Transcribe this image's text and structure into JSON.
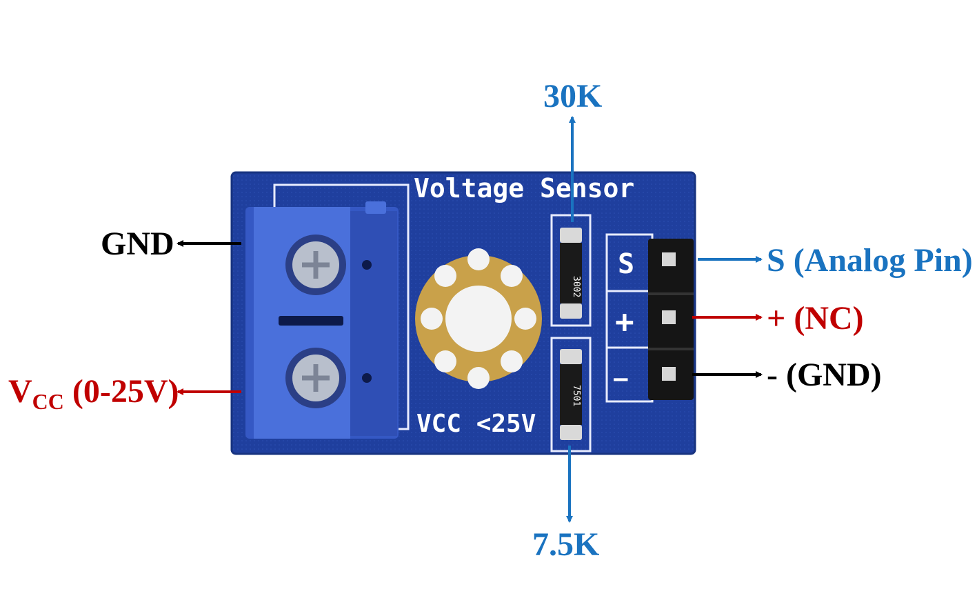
{
  "board": {
    "title_silk": "Voltage Sensor",
    "vcc_silk": "VCC <25V",
    "pin_s_silk": "S",
    "pin_plus_silk": "+",
    "pin_minus_silk": "—",
    "resistor_top_code": "3002",
    "resistor_bottom_code": "7501"
  },
  "labels": {
    "resistor_top": "30K",
    "resistor_bottom": "7.5K",
    "terminal_gnd": "GND",
    "terminal_vcc_main": "V",
    "terminal_vcc_sub": "CC",
    "terminal_vcc_range": " (0-25V)",
    "pin_s": "S (Analog Pin)",
    "pin_plus": "+ (NC)",
    "pin_minus": "-  (GND)"
  },
  "colors": {
    "blue_label": "#1a73c0",
    "red_label": "#c00000",
    "black_label": "#000000",
    "pcb": "#1f3f9e",
    "terminal_block": "#3f63c9",
    "pad_gold": "#c9a14a"
  }
}
